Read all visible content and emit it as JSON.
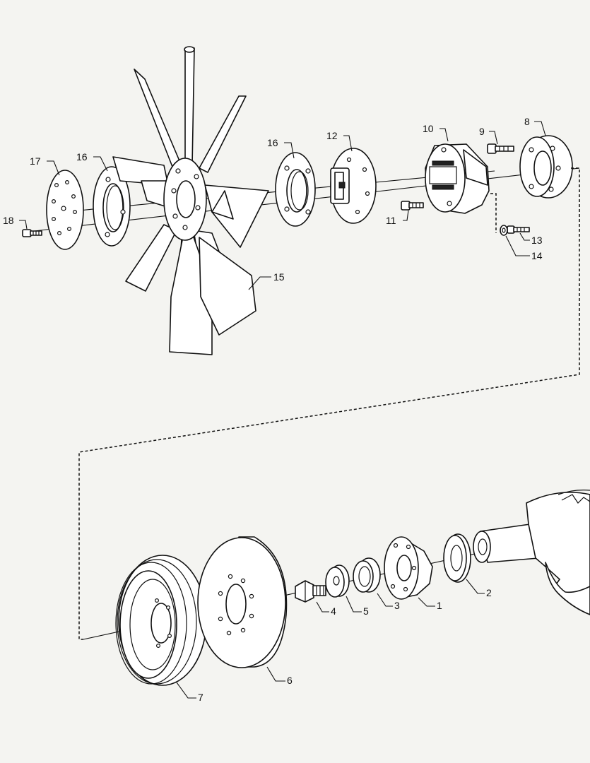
{
  "callouts": [
    {
      "id": "1",
      "label": "1"
    },
    {
      "id": "2",
      "label": "2"
    },
    {
      "id": "3",
      "label": "3"
    },
    {
      "id": "4",
      "label": "4"
    },
    {
      "id": "5",
      "label": "5"
    },
    {
      "id": "6",
      "label": "6"
    },
    {
      "id": "7",
      "label": "7"
    },
    {
      "id": "8",
      "label": "8"
    },
    {
      "id": "9",
      "label": "9"
    },
    {
      "id": "10",
      "label": "10"
    },
    {
      "id": "11",
      "label": "11"
    },
    {
      "id": "12",
      "label": "12"
    },
    {
      "id": "13",
      "label": "13"
    },
    {
      "id": "14",
      "label": "14"
    },
    {
      "id": "15",
      "label": "15"
    },
    {
      "id": "16a",
      "label": "16"
    },
    {
      "id": "16b",
      "label": "16"
    },
    {
      "id": "17",
      "label": "17"
    },
    {
      "id": "18",
      "label": "18"
    }
  ]
}
